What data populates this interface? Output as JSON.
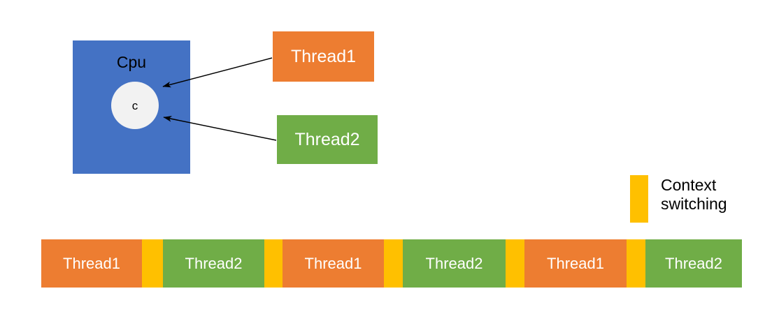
{
  "cpu": {
    "label": "Cpu",
    "core_label": "c",
    "color": "#4472C4",
    "core_color": "#F2F2F2"
  },
  "threads": [
    {
      "label": "Thread1",
      "color": "#ED7D31"
    },
    {
      "label": "Thread2",
      "color": "#70AD47"
    }
  ],
  "legend": {
    "label": "Context\nswitching",
    "color": "#FFC000"
  },
  "timeline": {
    "segments": [
      {
        "type": "thread1",
        "label": "Thread1",
        "width": 144
      },
      {
        "type": "switch",
        "label": "",
        "width": 30
      },
      {
        "type": "thread2",
        "label": "Thread2",
        "width": 145
      },
      {
        "type": "switch",
        "label": "",
        "width": 26
      },
      {
        "type": "thread1",
        "label": "Thread1",
        "width": 145
      },
      {
        "type": "switch",
        "label": "",
        "width": 27
      },
      {
        "type": "thread2",
        "label": "Thread2",
        "width": 147
      },
      {
        "type": "switch",
        "label": "",
        "width": 27
      },
      {
        "type": "thread1",
        "label": "Thread1",
        "width": 146
      },
      {
        "type": "switch",
        "label": "",
        "width": 27
      },
      {
        "type": "thread2",
        "label": "Thread2",
        "width": 138
      }
    ]
  }
}
